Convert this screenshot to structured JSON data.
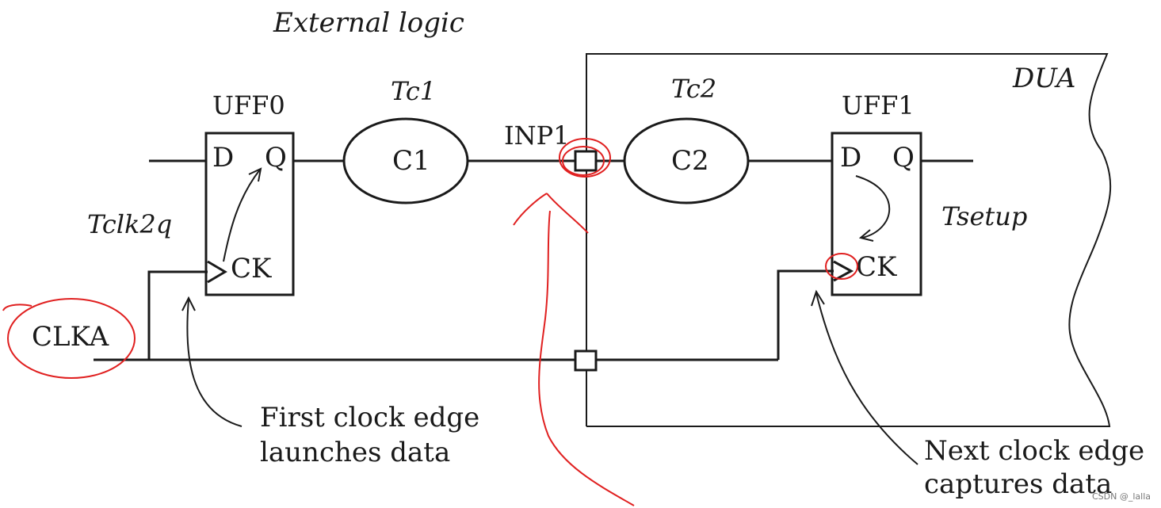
{
  "diagram": {
    "heading": "External logic",
    "dua_label": "DUA",
    "uff0": {
      "name": "UFF0",
      "d": "D",
      "q": "Q",
      "ck": "CK"
    },
    "uff1": {
      "name": "UFF1",
      "d": "D",
      "q": "Q",
      "ck": "CK"
    },
    "c1": {
      "delay": "Tc1",
      "label": "C1"
    },
    "c2": {
      "delay": "Tc2",
      "label": "C2"
    },
    "inp1": "INP1",
    "tclk2q": "Tclk2q",
    "tsetup": "Tsetup",
    "clka": "CLKA",
    "launch_note": [
      "First clock edge",
      "launches data"
    ],
    "capture_note": [
      "Next clock edge",
      "captures data"
    ]
  },
  "watermark": "CSDN @_lalla",
  "colors": {
    "ink": "#1a1a1a",
    "annotation": "#e02020",
    "background": "#ffffff"
  }
}
